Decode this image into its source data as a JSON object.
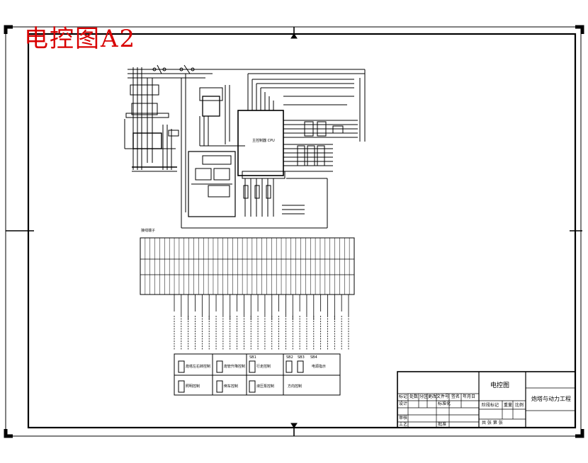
{
  "sheet_title": "电控图A2",
  "title_block": {
    "drawing_name": "电控图",
    "project_name": "炮塔与动力工程",
    "row_labels": [
      "标记",
      "处数",
      "分区",
      "更改文件号",
      "签名",
      "年月日"
    ],
    "design_label": "设计",
    "standardize_label": "标准化",
    "stage_label": "阶段标记",
    "weight_label": "重量",
    "scale_label": "比例",
    "review_label": "审核",
    "process_label": "工艺",
    "approve_label": "批准",
    "sheet_info": "共 张 第 张"
  },
  "terminal_strip_label": "接线端子",
  "panel_label": "主控制器 CPU",
  "legend": {
    "items": [
      "炮塔左右转控制",
      "炮管升降控制",
      "行走控制",
      "电源指示",
      "照明控制",
      "倒车控制",
      "液压泵控制",
      "方向控制"
    ],
    "headers": [
      "SB1",
      "SB2",
      "SB3",
      "SB4"
    ]
  },
  "colors": {
    "line": "#000000",
    "title_red": "#d80000"
  }
}
